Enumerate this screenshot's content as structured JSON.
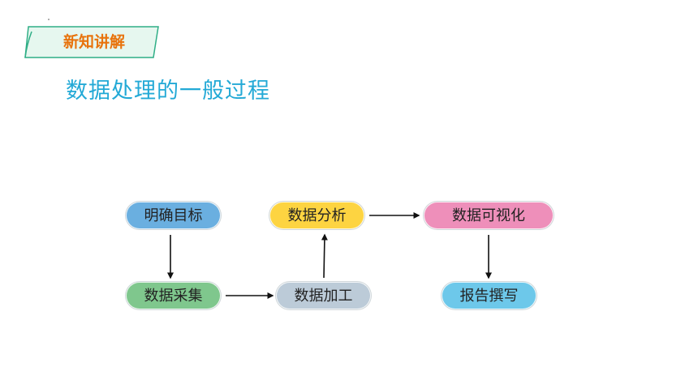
{
  "tag": {
    "label": "新知讲解"
  },
  "heading": "数据处理的一般过程",
  "nodes": {
    "define_goal": {
      "label": "明确目标",
      "color": "#6aafe0"
    },
    "data_collection": {
      "label": "数据采集",
      "color": "#7fc78d"
    },
    "data_processing": {
      "label": "数据加工",
      "color": "#bccbd8"
    },
    "data_analysis": {
      "label": "数据分析",
      "color": "#fdd441"
    },
    "data_visualization": {
      "label": "数据可视化",
      "color": "#ee8fba"
    },
    "report_writing": {
      "label": "报告撰写",
      "color": "#6dc8ea"
    }
  },
  "colors": {
    "tag_fill": "#e6f7ef",
    "tag_border": "#2fae86",
    "tag_text": "#e8730c",
    "heading": "#23a9d6",
    "arrow": "#111111"
  }
}
